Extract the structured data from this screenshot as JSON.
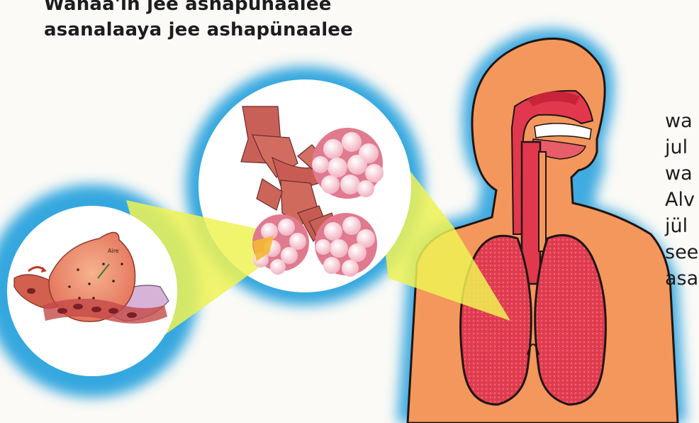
{
  "caption": {
    "line1": "Wanaa'in jee ashapünaalee",
    "line2": "asanalaaya jee ashapünaalee"
  },
  "side_text": [
    "wa",
    "jul",
    "wa",
    "Alv",
    "jül",
    "see",
    "asa"
  ],
  "labels": {
    "alveolus_tag": "Aire"
  },
  "colors": {
    "skin": "#f4975c",
    "lung": "#e2384d",
    "halo": "#35a6de",
    "cone": "#eef253",
    "tissue": "#c9604f"
  }
}
